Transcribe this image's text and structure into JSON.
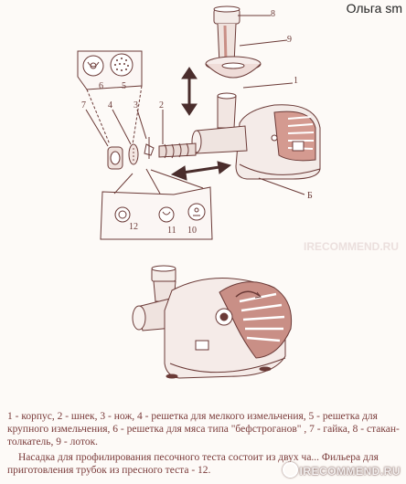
{
  "watermark_author": "Ольга sm",
  "watermark_site": "IRECOMMEND.RU",
  "labels": {
    "n1": "1",
    "n2": "2",
    "n3": "3",
    "n4": "4",
    "n5": "5",
    "n6": "6",
    "n7": "7",
    "n8": "8",
    "n9": "9",
    "n10": "10",
    "n11": "11",
    "n12": "12",
    "b": "Б"
  },
  "caption": {
    "line1": "1 - корпус, 2 - шнек, 3 - нож, 4 - решетка для мелкого измельчения, 5 - решетка для крупного измельчения, 6 - решетка для мяса типа \"бефстроганов\" , 7 - гайка, 8 - стакан-толкатель, 9 - лоток.",
    "line2": "Насадка для профилирования песочного теста состоит из двух ча... Фильера для приготовления трубок из пресного теста - 12."
  },
  "colors": {
    "ink": "#6b3a37",
    "accent": "#c98f86",
    "caption": "#7a3b3a"
  }
}
